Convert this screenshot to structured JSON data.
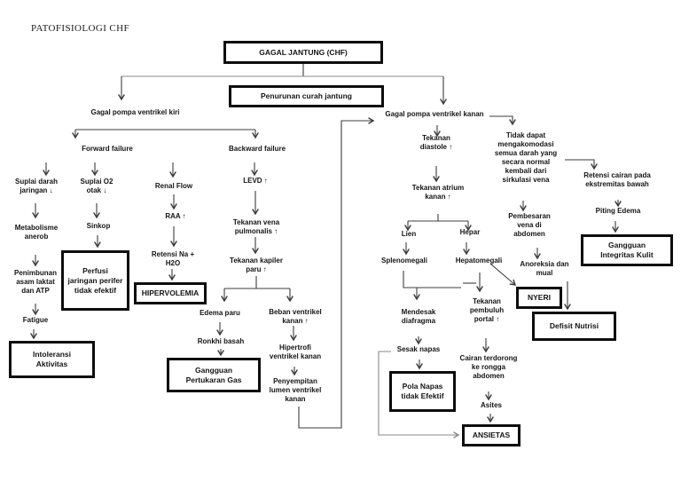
{
  "title": "PATOFISIOLOGI CHF",
  "colors": {
    "line": "#3c3c3c",
    "line_light": "#8a8a8a",
    "box_border": "#0d0d0d",
    "background": "#ffffff"
  },
  "nodes": {
    "gagal_jantung": "GAGAL JANTUNG (CHF)",
    "penurunan": "Penurunan curah jantung",
    "kiri": "Gagal pompa ventrikel kiri",
    "kanan": "Gagal pompa ventrikel kanan",
    "forward": "Forward failure",
    "backward": "Backward failure",
    "suplai_darah": "Suplai darah jaringan ↓",
    "suplai_o2": "Suplai O2 otak ↓",
    "metabolisme": "Metabolisme anerob",
    "sinkop": "Sinkop",
    "penimbunan": "Penimbunan asam laktat dan ATP",
    "fatigue": "Fatigue",
    "intoleransi": "Intoleransi Aktivitas",
    "perfusi": "Perfusi jaringan perifer tidak efektif",
    "renal_flow": "Renal Flow",
    "raa": "RAA ↑",
    "retensi_na": "Retensi Na + H2O",
    "hipervolemia": "HIPERVOLEMIA",
    "levd": "LEVD ↑",
    "tekanan_vena": "Tekanan vena pulmonalis ↑",
    "tekanan_kapiler": "Tekanan kapiler paru ↑",
    "edema_paru": "Edema paru",
    "ronkhi": "Ronkhi basah",
    "gangguan_gas": "Gangguan Pertukaran Gas",
    "beban": "Beban ventrikel kanan ↑",
    "hipertrofi": "Hipertrofi ventrikel kanan",
    "penyempitan": "Penyempitan lumen ventrikel kanan",
    "tekanan_diastole": "Tekanan diastole ↑",
    "tekanan_atrium": "Tekanan atrium kanan ↑",
    "lien": "Lien",
    "hepar": "Hepar",
    "splenomegali": "Splenomegali",
    "hepatomegali": "Hepatomegali",
    "mendesak": "Mendesak diafragma",
    "sesak": "Sesak napas",
    "pola_napas": "Pola Napas tidak Efektif",
    "tekanan_portal": "Tekanan pembuluh portal ↑",
    "cairan": "Cairan terdorong ke rongga abdomen",
    "asites": "Asites",
    "ansietas": "ANSIETAS",
    "nyeri": "NYERI",
    "tidak_dapat": "Tidak dapat mengakomodasi semua darah yang secara normal kembali dari sirkulasi vena",
    "pembesaran": "Pembesaran vena di abdomen",
    "anoreksia": "Anoreksia dan mual",
    "defisit": "Defisit Nutrisi",
    "retensi_cairan": "Retensi cairan pada ekstremitas bawah",
    "piting": "Piting Edema",
    "gangguan_kulit": "Gangguan Integritas Kulit"
  }
}
